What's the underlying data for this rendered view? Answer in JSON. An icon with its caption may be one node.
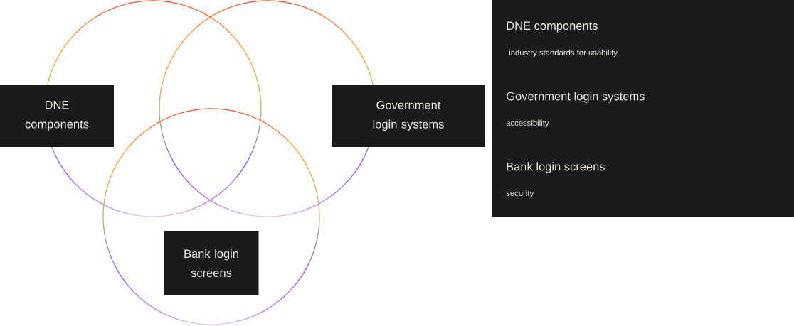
{
  "diagram": {
    "nodes": [
      {
        "text": [],
        "shape": "circle"
      },
      {
        "text": [],
        "shape": "circle"
      },
      {
        "text": [],
        "shape": "circle"
      },
      {
        "text": [
          "DNE components"
        ]
      },
      {
        "text": [
          "Government login systems"
        ]
      },
      {
        "text": [
          "Bank login screens"
        ],
        "in": 2
      },
      {
        "text": [
          "DNE components",
          "industry standards for usability",
          "Government login systems",
          "accessibility",
          "Bank login screens",
          "security"
        ]
      }
    ],
    "edges": []
  }
}
